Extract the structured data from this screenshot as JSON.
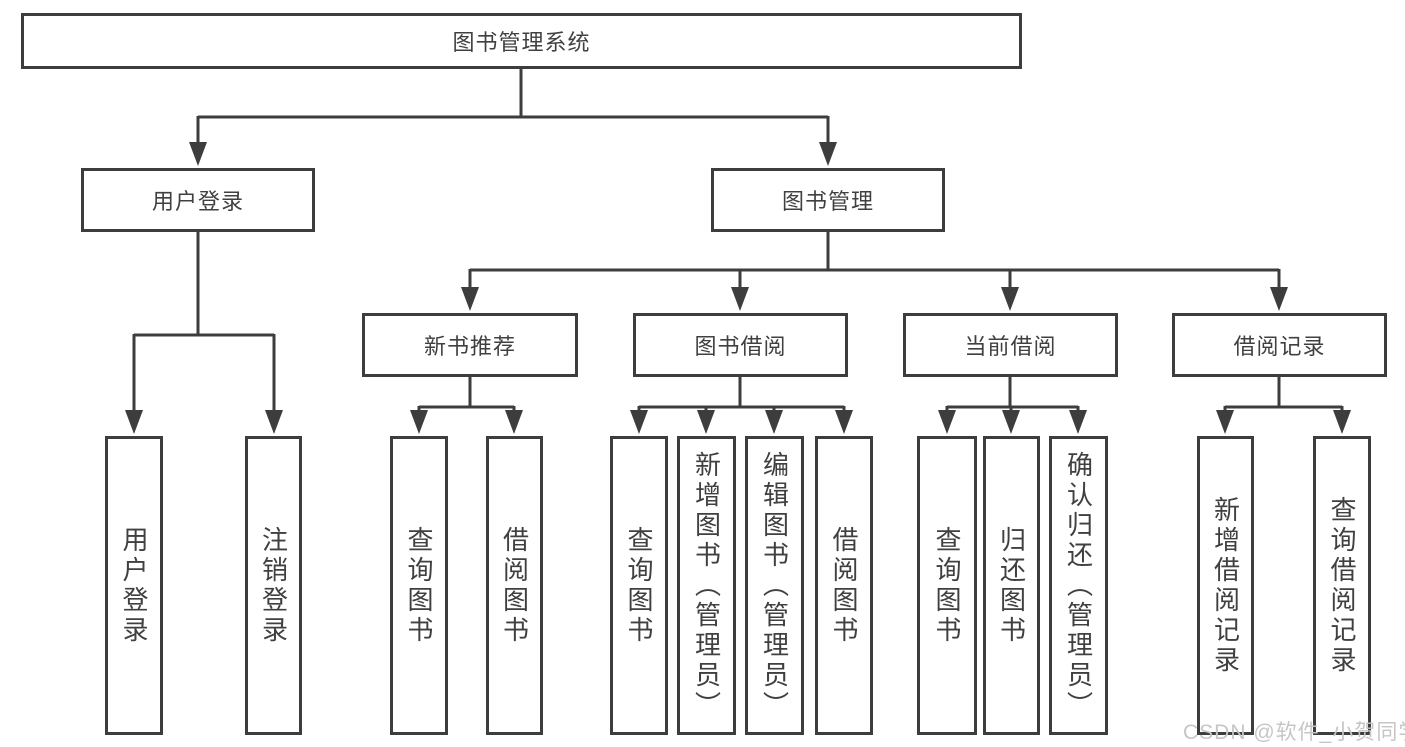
{
  "diagram": {
    "title": "图书管理系统",
    "watermark": "CSDN @软件_小贺同学",
    "colors": {
      "line": "#3d3d3d",
      "text": "#404040",
      "background": "#ffffff",
      "watermark": "#c6c6c6"
    },
    "nodes": {
      "root": {
        "label": "图书管理系统"
      },
      "user_login": {
        "label": "用户登录"
      },
      "book_mgmt": {
        "label": "图书管理"
      },
      "new_book_recommend": {
        "label": "新书推荐"
      },
      "book_borrow": {
        "label": "图书借阅"
      },
      "current_borrow": {
        "label": "当前借阅"
      },
      "borrow_records": {
        "label": "借阅记录"
      },
      "leaf_user_login": {
        "label": "用户登录"
      },
      "leaf_logout": {
        "label": "注销登录"
      },
      "leaf_query_book_1": {
        "label": "查询图书"
      },
      "leaf_borrow_book_1": {
        "label": "借阅图书"
      },
      "leaf_query_book_2": {
        "label": "查询图书"
      },
      "leaf_add_book": {
        "label": "新增图书（管理员）"
      },
      "leaf_edit_book": {
        "label": "编辑图书（管理员）"
      },
      "leaf_borrow_book_2": {
        "label": "借阅图书"
      },
      "leaf_query_book_3": {
        "label": "查询图书"
      },
      "leaf_return_book": {
        "label": "归还图书"
      },
      "leaf_confirm_return": {
        "label": "确认归还（管理员）"
      },
      "leaf_add_borrow_record": {
        "label": "新增借阅记录"
      },
      "leaf_query_borrow_record": {
        "label": "查询借阅记录"
      }
    }
  }
}
